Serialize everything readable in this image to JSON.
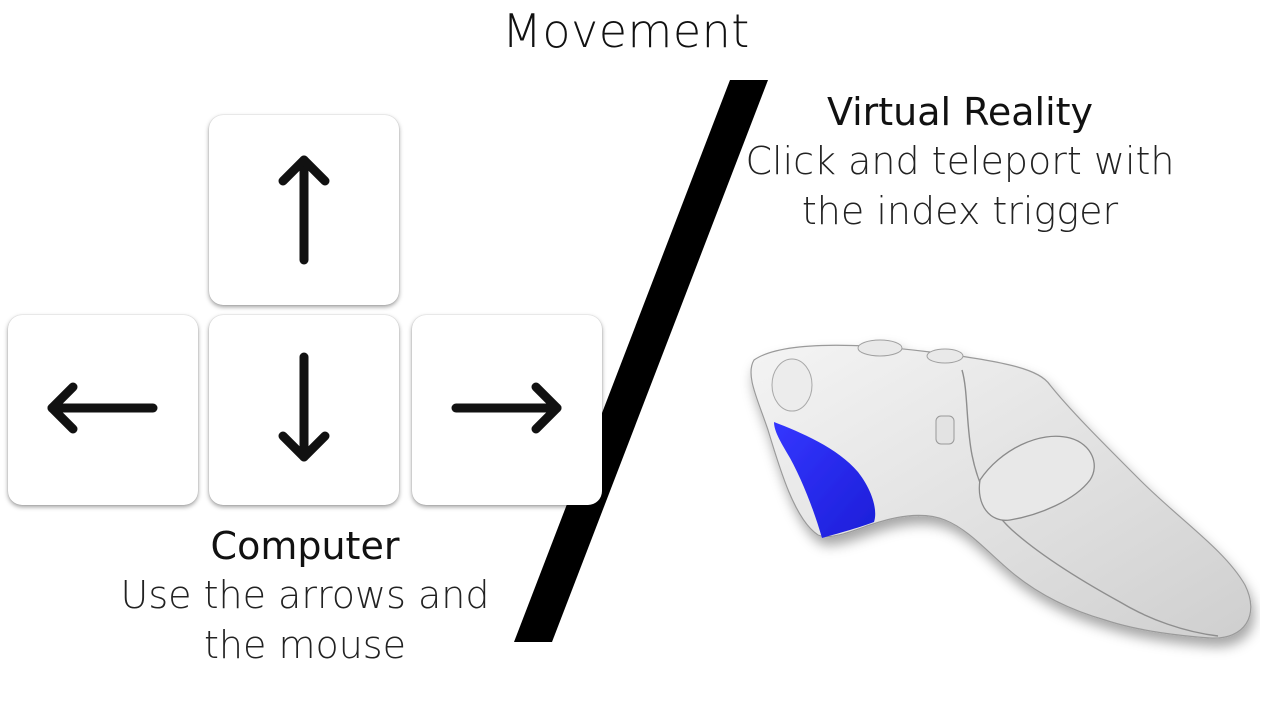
{
  "title": "Movement",
  "computer": {
    "heading": "Computer",
    "description_line1": "Use the arrows and",
    "description_line2": "the mouse",
    "keys": [
      {
        "name": "up",
        "icon": "arrow-up-icon"
      },
      {
        "name": "left",
        "icon": "arrow-left-icon"
      },
      {
        "name": "down",
        "icon": "arrow-down-icon"
      },
      {
        "name": "right",
        "icon": "arrow-right-icon"
      }
    ]
  },
  "vr": {
    "heading": "Virtual Reality",
    "description_line1": "Click and teleport with",
    "description_line2": "the index trigger",
    "controller_icon": "vr-controller-icon",
    "trigger_color": "#2a2cf0"
  },
  "colors": {
    "background": "#ffffff",
    "divider": "#000000",
    "key_face": "#ffffff",
    "controller_body": "#e6e6e6"
  }
}
